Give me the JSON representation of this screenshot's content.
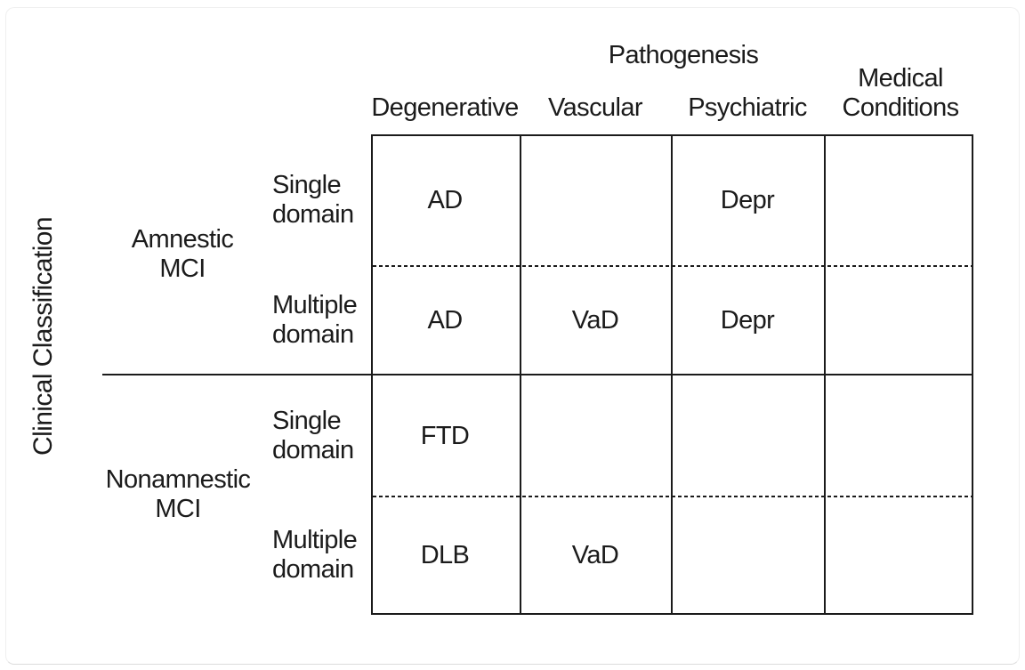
{
  "figure": {
    "title_top": "Pathogenesis",
    "title_left": "Clinical Classification",
    "columns": [
      {
        "label": "Degenerative"
      },
      {
        "label": "Vascular"
      },
      {
        "label": "Psychiatric"
      },
      {
        "label": "Medical\nConditions"
      }
    ],
    "row_groups": [
      {
        "label": "Amnestic\nMCI",
        "rows": [
          {
            "label": "Single\ndomain",
            "cells": [
              "AD",
              "",
              "Depr",
              ""
            ]
          },
          {
            "label": "Multiple\ndomain",
            "cells": [
              "AD",
              "VaD",
              "Depr",
              ""
            ]
          }
        ]
      },
      {
        "label": "Nonamnestic\nMCI",
        "rows": [
          {
            "label": "Single\ndomain",
            "cells": [
              "FTD",
              "",
              "",
              ""
            ]
          },
          {
            "label": "Multiple\ndomain",
            "cells": [
              "DLB",
              "VaD",
              "",
              ""
            ]
          }
        ]
      }
    ],
    "colors": {
      "ink": "#1b1b1b",
      "background": "#ffffff",
      "frame": "#ececec"
    }
  }
}
